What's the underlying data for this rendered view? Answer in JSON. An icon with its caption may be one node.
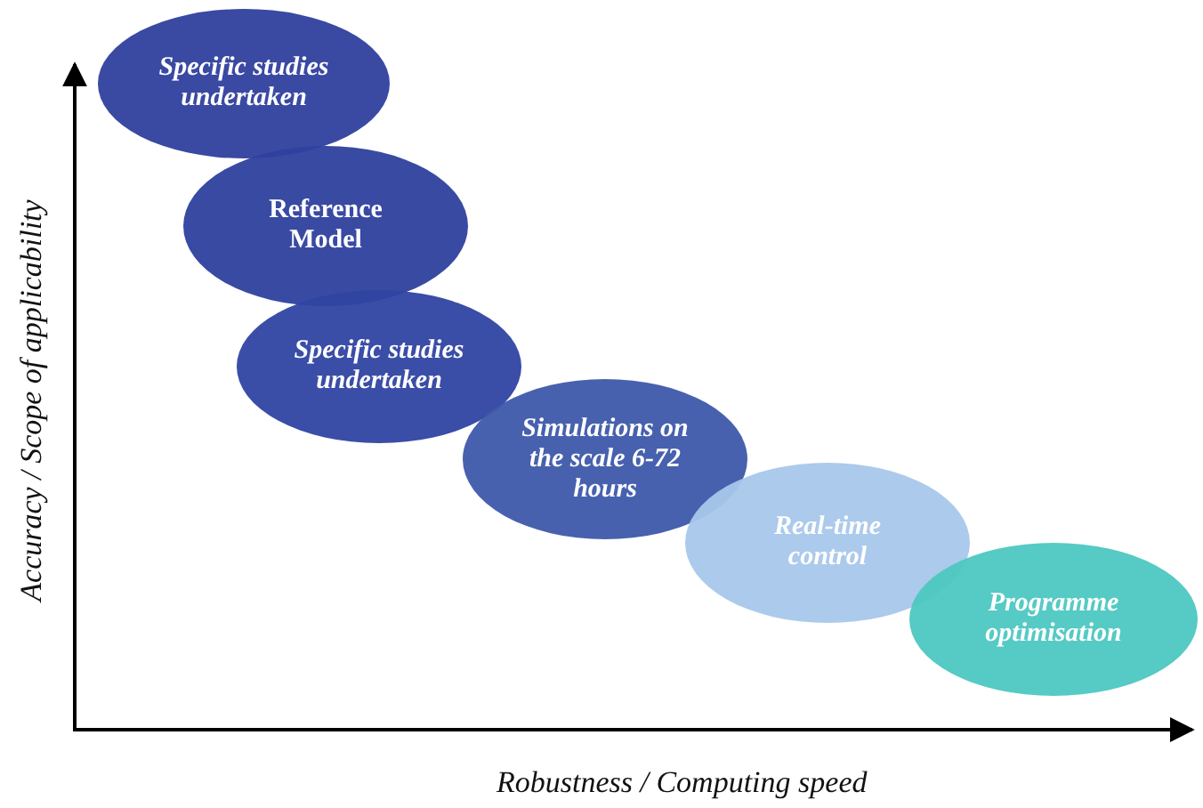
{
  "diagram": {
    "nodes": [
      {
        "text": [
          "Specific studies undertaken"
        ]
      },
      {
        "text": [
          "Reference Model"
        ]
      },
      {
        "text": [
          "Specific studies undertaken"
        ]
      },
      {
        "text": [
          "Simulations on the scale 6-72 hours"
        ]
      },
      {
        "text": [
          "Real-time control"
        ]
      },
      {
        "text": [
          "Programme optimisation"
        ]
      }
    ],
    "labels": [
      "Accuracy / Scope of applicability",
      "Robustness / Computing speed"
    ]
  }
}
